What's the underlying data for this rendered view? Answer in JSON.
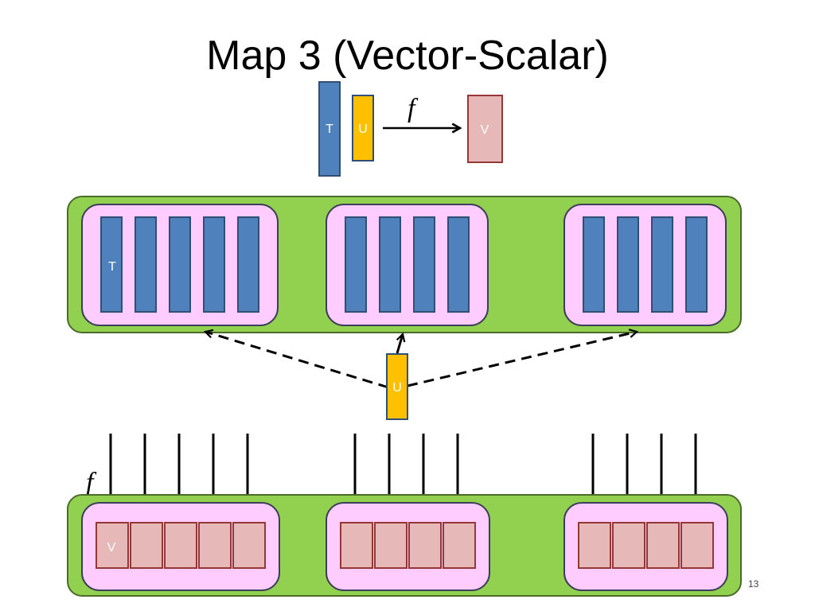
{
  "slide": {
    "title": "Map 3 (Vector-Scalar)",
    "page_number": "13"
  },
  "legend": {
    "t_label": "T",
    "u_label": "U",
    "v_label": "V",
    "function_label": "f"
  },
  "input_group": {
    "first_element_label": "T",
    "blocks": [
      {
        "element_count": 5
      },
      {
        "element_count": 4
      },
      {
        "element_count": 4
      }
    ]
  },
  "scalar": {
    "label": "U"
  },
  "output_group": {
    "function_label": "f",
    "first_element_label": "V",
    "blocks": [
      {
        "element_count": 5
      },
      {
        "element_count": 4
      },
      {
        "element_count": 4
      }
    ]
  },
  "colors": {
    "t_fill": "#4f81bd",
    "t_stroke": "#2f4f74",
    "u_fill": "#ffc000",
    "u_stroke": "#2f4f74",
    "v_fill": "#e6b8b7",
    "v_stroke": "#953735",
    "outer_fill": "#92d050",
    "outer_stroke": "#4a6b2a",
    "inner_fill": "#ffccff",
    "inner_stroke": "#3d3d5c"
  }
}
